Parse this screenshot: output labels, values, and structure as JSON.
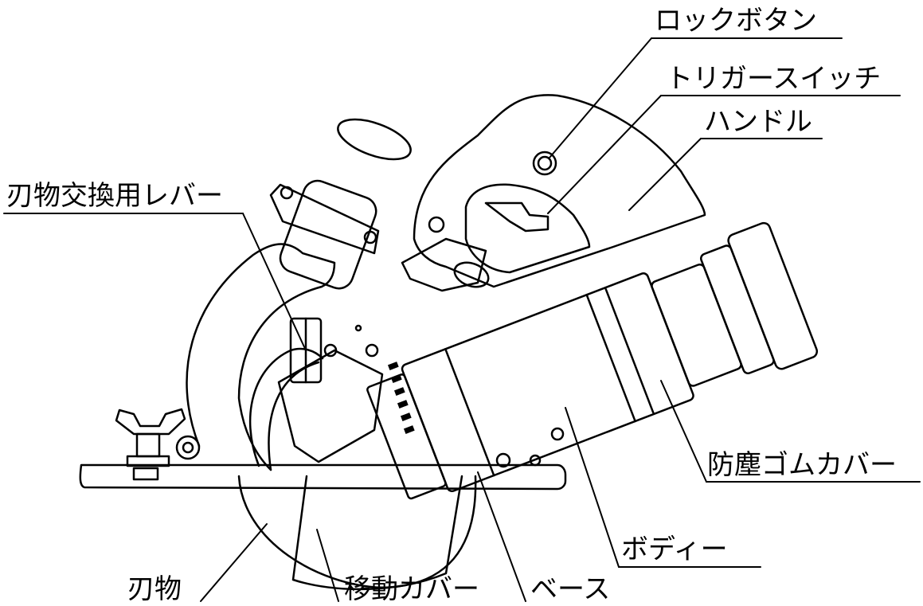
{
  "labels": {
    "lock_button": "ロックボタン",
    "trigger_switch": "トリガースイッチ",
    "handle": "ハンドル",
    "blade_change_lever": "刃物交換用レバー",
    "dust_rubber_cover": "防塵ゴムカバー",
    "body": "ボディー",
    "blade": "刃物",
    "moving_cover": "移動カバー",
    "base": "ベース"
  }
}
